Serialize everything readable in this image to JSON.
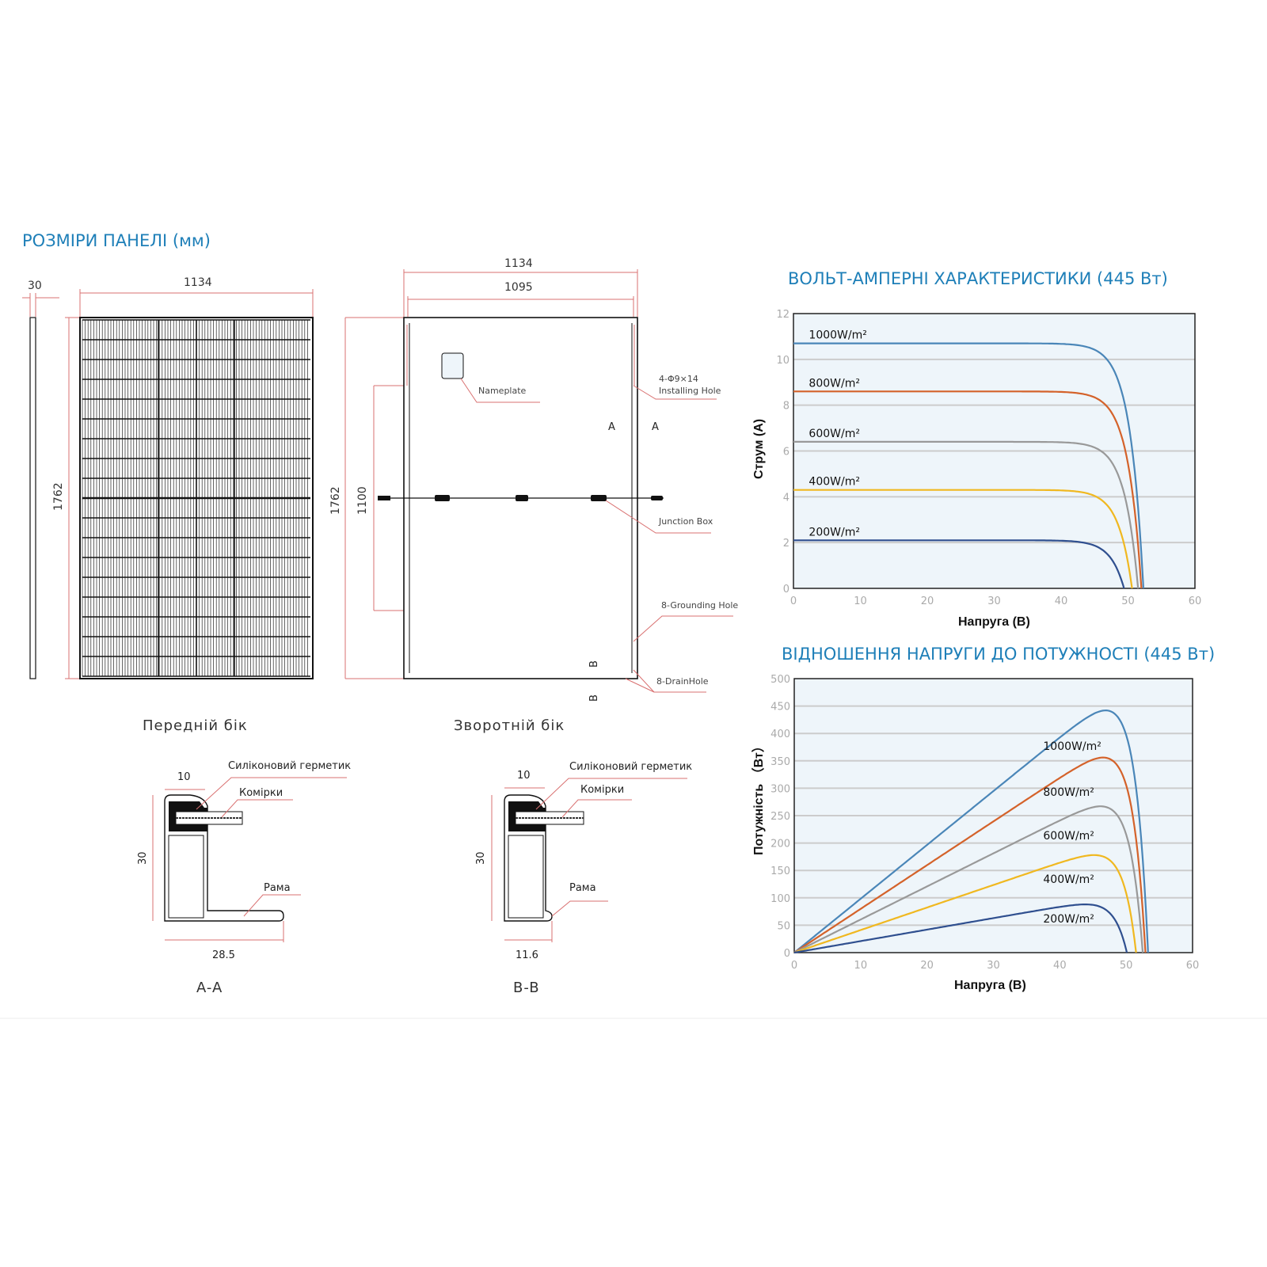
{
  "section_title": "РОЗМІРИ ПАНЕЛІ (мм)",
  "front": {
    "thickness": "30",
    "width": "1134",
    "height": "1762",
    "label": "Передній бік"
  },
  "back": {
    "width": "1134",
    "inner_width": "1095",
    "height": "1762",
    "hole_spacing": "1100",
    "label": "Зворотній бік",
    "nameplate": "Nameplate",
    "installing_hole_spec": "4-Φ9×14",
    "installing_hole": "Installing Hole",
    "junction_box": "Junction Box",
    "grounding_hole": "8-Grounding Hole",
    "drain_hole": "8-DrainHole",
    "mark_a": "A",
    "mark_b": "B"
  },
  "sections": [
    {
      "title": "A-A",
      "sealant": "Силіконовий герметик",
      "cells": "Комірки",
      "frame": "Рама",
      "top_dim": "10",
      "height_dim": "30",
      "bottom_dim": "28.5"
    },
    {
      "title": "B-B",
      "sealant": "Силіконовий герметик",
      "cells": "Комірки",
      "frame": "Рама",
      "top_dim": "10",
      "height_dim": "30",
      "bottom_dim": "11.6"
    }
  ],
  "chart_data": [
    {
      "type": "line",
      "title": "ВОЛЬТ-АМПЕРНІ ХАРАКТЕРИСТИКИ (445 Вт)",
      "xlabel": "Напруга (В)",
      "ylabel": "Струм (А)",
      "xlim": [
        0,
        60
      ],
      "ylim": [
        0,
        12
      ],
      "xticks": [
        "0",
        "10",
        "20",
        "30",
        "40",
        "50",
        "60"
      ],
      "yticks": [
        "0",
        "2",
        "4",
        "6",
        "8",
        "10",
        "12"
      ],
      "grid": true,
      "background": "#eef5fa",
      "series": [
        {
          "name": "1000W/m²",
          "color": "#4a86b8",
          "isc": 10.7,
          "voc": 52.3
        },
        {
          "name": "800W/m²",
          "color": "#d4622a",
          "isc": 8.6,
          "voc": 52.0
        },
        {
          "name": "600W/m²",
          "color": "#999999",
          "isc": 6.4,
          "voc": 51.5
        },
        {
          "name": "400W/m²",
          "color": "#f0b820",
          "isc": 4.3,
          "voc": 50.6
        },
        {
          "name": "200W/m²",
          "color": "#2f4f8f",
          "isc": 2.1,
          "voc": 49.4
        }
      ]
    },
    {
      "type": "line",
      "title": "ВІДНОШЕННЯ НАПРУГИ ДО ПОТУЖНОСТІ (445 Вт)",
      "xlabel": "Напруга (В)",
      "ylabel": "Потужність （Вт）",
      "xlim": [
        0,
        60
      ],
      "ylim": [
        0,
        500
      ],
      "xticks": [
        "0",
        "10",
        "20",
        "30",
        "40",
        "50",
        "60"
      ],
      "yticks": [
        "0",
        "50",
        "100",
        "150",
        "200",
        "250",
        "300",
        "350",
        "400",
        "450",
        "500"
      ],
      "grid": true,
      "background": "#eef5fa",
      "series": [
        {
          "name": "1000W/m²",
          "color": "#4a86b8",
          "pmax": 442,
          "vmp": 44.5,
          "voc": 53.3
        },
        {
          "name": "800W/m²",
          "color": "#d4622a",
          "pmax": 356,
          "vmp": 44.5,
          "voc": 52.9
        },
        {
          "name": "600W/m²",
          "color": "#999999",
          "pmax": 267,
          "vmp": 44.5,
          "voc": 52.5
        },
        {
          "name": "400W/m²",
          "color": "#f0b820",
          "pmax": 178,
          "vmp": 44.5,
          "voc": 51.5
        },
        {
          "name": "200W/m²",
          "color": "#2f4f8f",
          "pmax": 88,
          "vmp": 44.0,
          "voc": 50.1
        }
      ]
    }
  ]
}
